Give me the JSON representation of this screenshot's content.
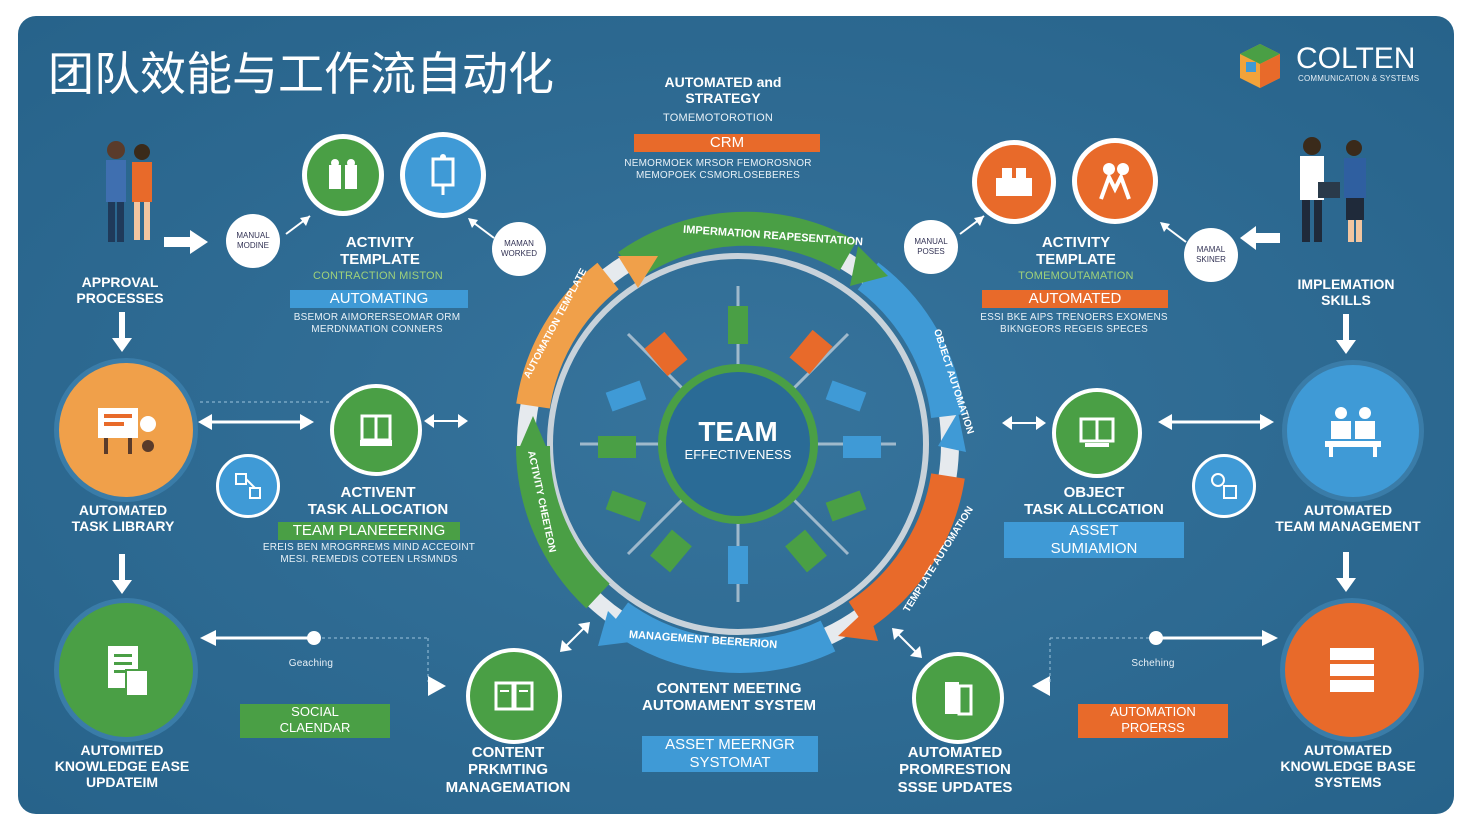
{
  "title": "团队效能与工作流自动化",
  "brand": {
    "name": "COLTEN",
    "tagline": "COMMUNICATION & SYSTEMS"
  },
  "top_center": {
    "heading": "AUTOMATED and\nSTRATEGY",
    "sub": "TOMEMOTOROTION",
    "banner": "CRM",
    "small": "NEMORMOEK MRSOR FEMOROSNOR\nMEMOPOEK CSMORLOSEBERES"
  },
  "center": {
    "title": "TEAM",
    "subtitle": "EFFECTIVENESS"
  },
  "ring_labels": {
    "top": "IMPERMATION REAPESENTATION",
    "bottom": "MANAGEMENT BEERERION",
    "left_top": "AUTOMATION TEMPLATE",
    "left_bottom": "ACTIVITY CHEETEON",
    "right_top": "OBJECT AUTOMATION",
    "right_bottom": "TEMPLATE AUTOMATION"
  },
  "left": {
    "approval": "APPROVAL\nPROCESSES",
    "bubble_top": "MANUAL\nMODINE",
    "bubble_mid": "MAMAN\nWORKED",
    "activity_template": {
      "title": "ACTIVITY\nTEMPLATE",
      "sub": "CONTRACTION MISTON",
      "banner": "AUTOMATING",
      "small": "BSEMOR AIMORERSEOMAR ORM\nMERDNMATION CONNERS"
    },
    "task_library": "AUTOMATED\nTASK LIBRARY",
    "task_allocation": {
      "title": "ACTIVENT\nTASK ALLOCATION",
      "banner": "TEAM PLANEEERING",
      "small": "EREIS BEN MROGRREMS MIND ACCEOINT\nMESI. REMEDIS COTEEN LRSMNDS"
    },
    "calendar": {
      "label": "Geaching",
      "banner": "SOCIAL\nCLAENDAR"
    },
    "knowledge": "AUTOMITED\nKNOWLEDGE EASE\nUPDATEIM"
  },
  "bottom_center": {
    "content": "CONTENT\nPRKMTING\nMANAGEMATION",
    "meeting_title": "CONTENT MEETING\nAUTOMAMENT SYSTEM",
    "meeting_banner": "ASSET MEERNGR\nSYSTOMAT"
  },
  "right": {
    "implementation": "IMPLEMATION\nSKILLS",
    "bubble_top": "MANUAL\nPOSES",
    "bubble_mid": "MAMAL\nSKINER",
    "activity_template": {
      "title": "ACTIVITY\nTEMPLATE",
      "sub": "TOMEMOUTAMATION",
      "banner": "AUTOMATED",
      "small": "ESSI BKE AIPS TRENOERS EXOMENS\nBIKNGEORS REGEIS SPECES"
    },
    "task_allocation": {
      "title": "OBJECT\nTASK ALLCCATION",
      "banner": "ASSET\nSUMIAMION"
    },
    "team_management": "AUTOMATED\nTEAM MANAGEMENT",
    "schedule": {
      "label": "Schehing",
      "banner": "AUTOMATION\nPROERSS"
    },
    "promotion": "AUTOMATED\nPROMRESTION\nSSSE UPDATES",
    "knowledge": "AUTOMATED\nKNOWLEDGE BASE\nSYSTEMS"
  },
  "colors": {
    "background": "#2a6b96",
    "green": "#4a9f45",
    "orange": "#e86a2a",
    "blue": "#3f9ad6"
  }
}
